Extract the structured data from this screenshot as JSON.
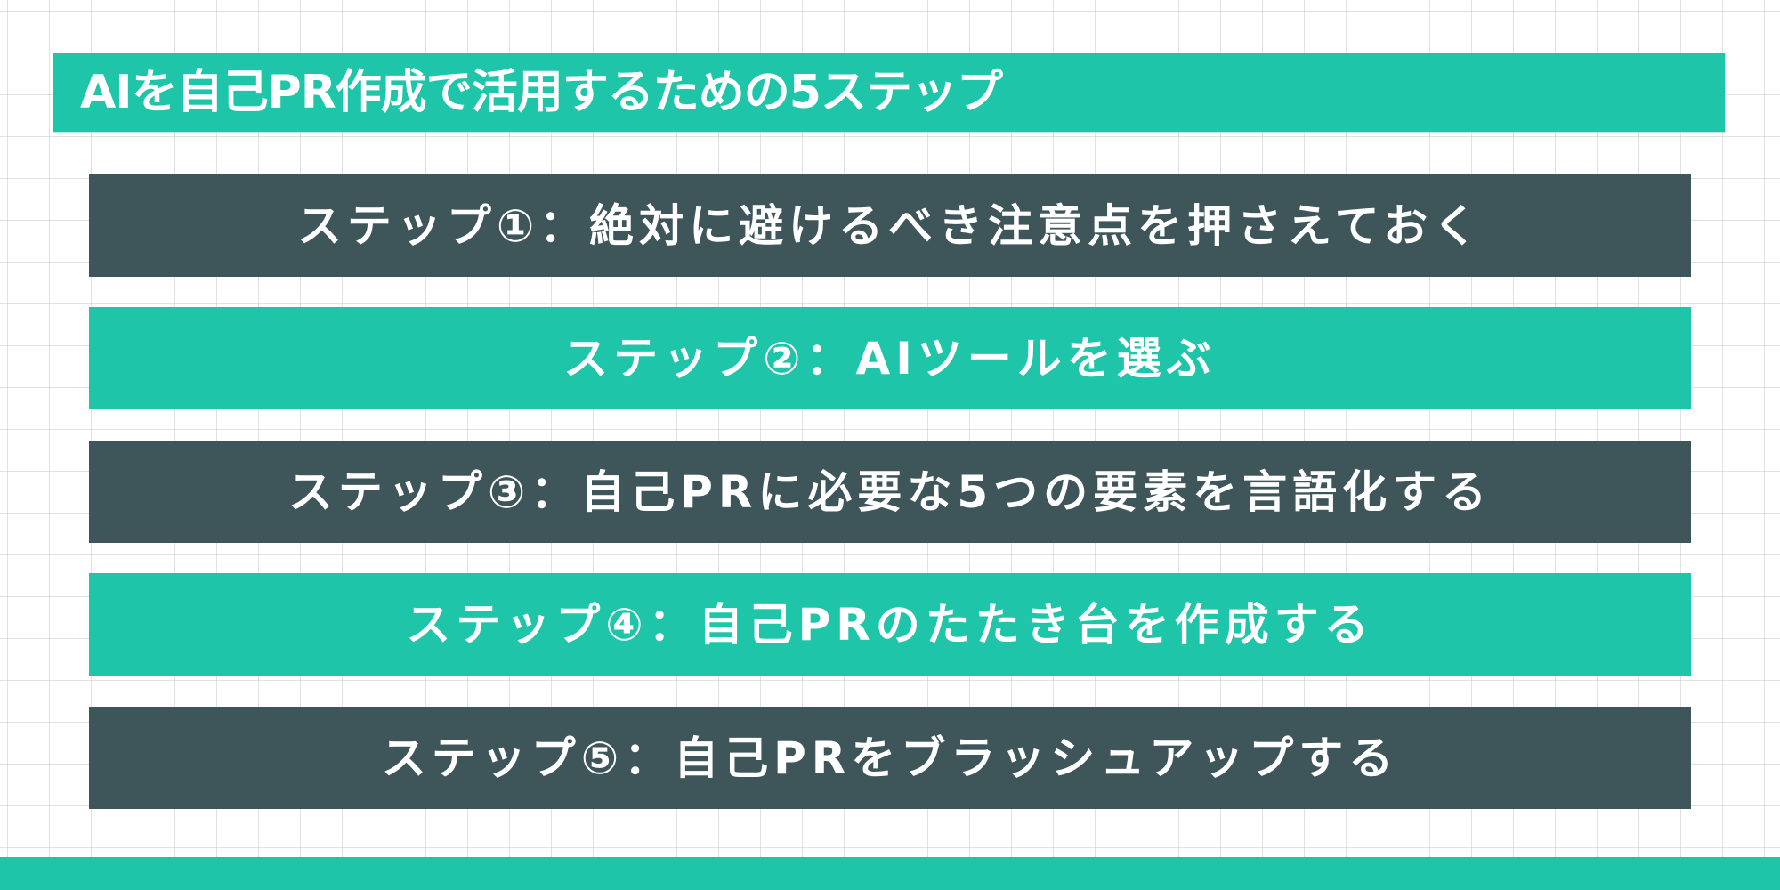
{
  "colors": {
    "teal": "#1FC5A8",
    "dark": "#3E565A",
    "text": "#FFFFFF",
    "grid": "#E3E3E3"
  },
  "header": {
    "title": "AIを自己PR作成で活用するための5ステップ"
  },
  "steps": [
    {
      "label": "ステップ①：絶対に避けるべき注意点を押さえておく",
      "style": "dark"
    },
    {
      "label": "ステップ②：AIツールを選ぶ",
      "style": "teal"
    },
    {
      "label": "ステップ③：自己PRに必要な5つの要素を言語化する",
      "style": "dark"
    },
    {
      "label": "ステップ④：自己PRのたたき台を作成する",
      "style": "teal"
    },
    {
      "label": "ステップ⑤：自己PRをブラッシュアップする",
      "style": "dark"
    }
  ]
}
